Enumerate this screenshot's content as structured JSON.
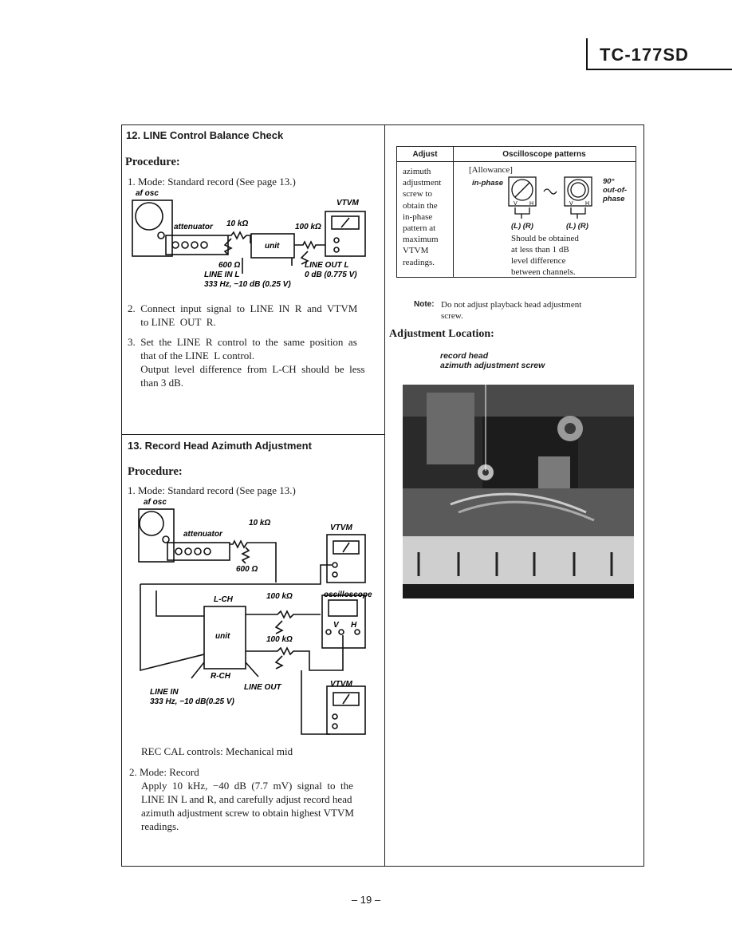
{
  "header": {
    "model": "TC-177SD"
  },
  "section12": {
    "title": "12.   LINE Control Balance Check",
    "procedure": "Procedure:",
    "step1": "1.  Mode: Standard record (See page 13.)",
    "diagram": {
      "af_osc": "af osc",
      "vtvm": "VTVM",
      "attenuator": "attenuator",
      "r10k": "10 kΩ",
      "r100k": "100 kΩ",
      "unit": "unit",
      "r600": "600 Ω",
      "line_out": "LINE  OUT  L",
      "line_in": "LINE  IN  L",
      "level_out": "0 dB (0.775 V)",
      "signal": "333 Hz, −10 dB (0.25 V)"
    },
    "step2": "2.  Connect  input  signal  to  LINE  IN  R  and  VTVM\n     to LINE  OUT  R.",
    "step3a": "3.  Set  the  LINE  R  control  to  the  same  position  as\n     that of the LINE  L control.",
    "step3b": "     Output  level  difference  from  L-CH  should  be  less\n     than 3 dB."
  },
  "section13": {
    "title": "13.    Record Head Azimuth Adjustment",
    "procedure": "Procedure:",
    "step1": "1.  Mode: Standard record (See page 13.)",
    "diagram": {
      "af_osc": "af osc",
      "r10k": "10 kΩ",
      "vtvm1": "VTVM",
      "attenuator": "attenuator",
      "r600": "600 Ω",
      "lch": "L-CH",
      "r100k_a": "100 kΩ",
      "oscilloscope": "oscilloscope",
      "unit": "unit",
      "r100k_b": "100 kΩ",
      "v": "V",
      "h": "H",
      "rch": "R-CH",
      "line_out": "LINE  OUT",
      "line_in": "LINE  IN",
      "vtvm2": "VTVM",
      "signal": "333 Hz, −10 dB(0.25 V)"
    },
    "rec_cal": "REC  CAL controls: Mechanical mid",
    "step2a": "2.  Mode: Record",
    "step2b": "Apply  10  kHz,  −40  dB  (7.7  mV)  signal  to  the\nLINE IN L and R, and carefully adjust record head\nazimuth adjustment screw to obtain highest VTVM\nreadings."
  },
  "table": {
    "col1_header": "Adjust",
    "col2_header": "Oscilloscope patterns",
    "adjust_text": "azimuth\nadjustment\nscrew to\nobtain the\nin-phase\npattern at\nmaximum\nVTVM\nreadings.",
    "allowance": "[Allowance]",
    "in_phase": "in-phase",
    "out_phase": "90°\nout-of-\nphase",
    "v": "V",
    "h": "H",
    "lr1": "(L) (R)",
    "lr2": "(L) (R)",
    "note_text": "Should be obtained\nat less than 1 dB\nlevel difference\nbetween channels."
  },
  "note": {
    "label": "Note:",
    "text": "Do not adjust playback head adjustment\nscrew."
  },
  "adjustment": {
    "title": "Adjustment Location:",
    "callout": "record head\nazimuth adjustment screw"
  },
  "footer": {
    "page": "– 19 –"
  }
}
